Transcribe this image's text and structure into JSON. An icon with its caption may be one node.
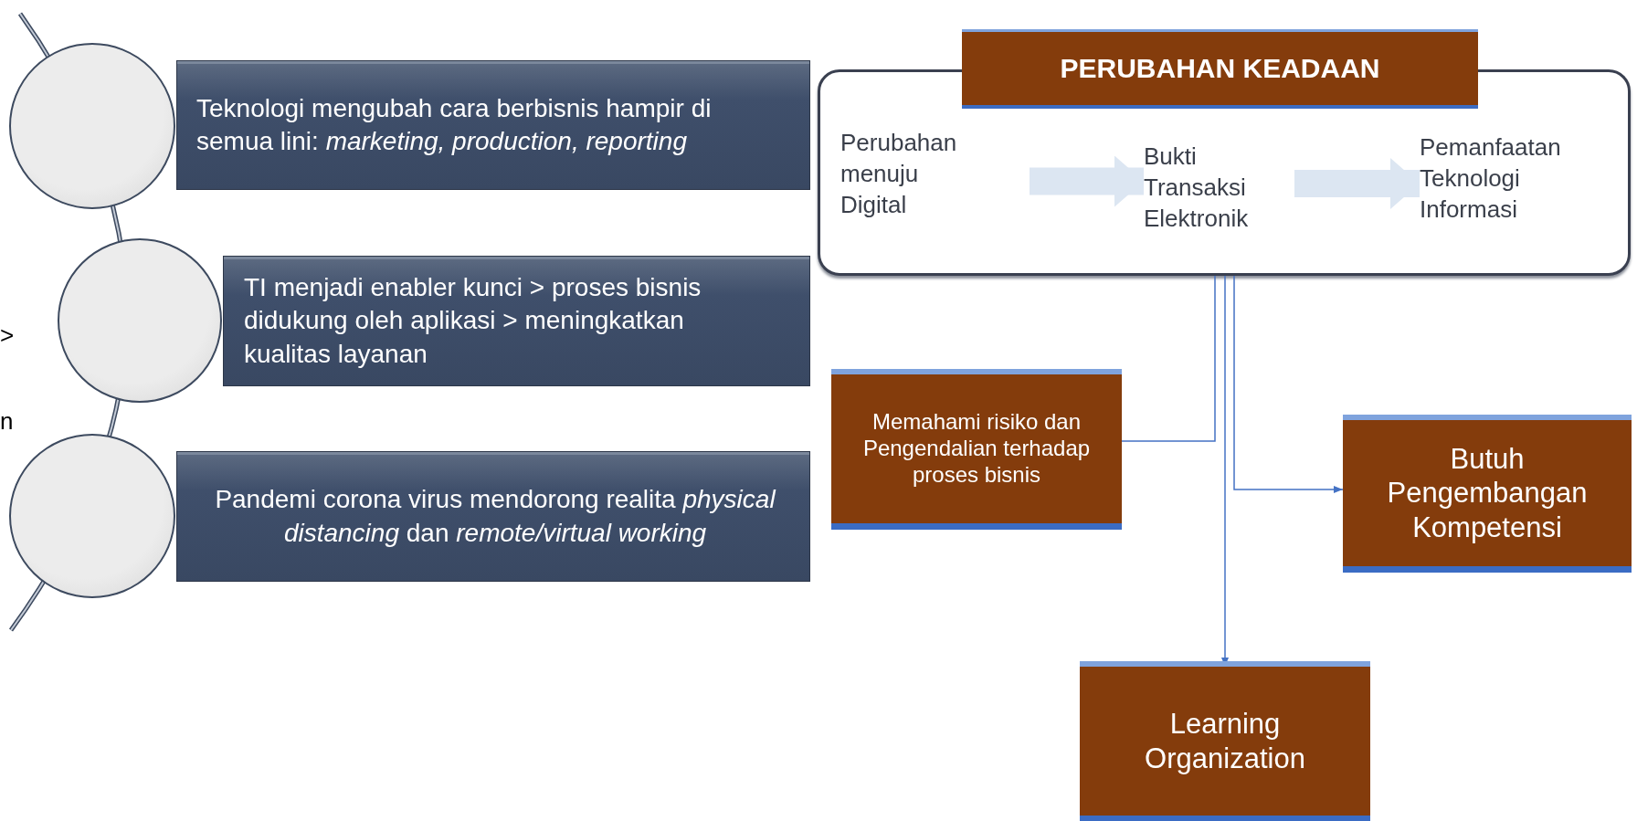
{
  "diagram": {
    "nodes": [
      {
        "text": [],
        "shape": "circle"
      },
      {
        "text": [
          "Teknologi mengubah cara berbisnis hampir di semua lini: *marketing, production, reporting*"
        ]
      },
      {
        "text": [],
        "shape": "circle"
      },
      {
        "text": [
          "TI menjadi enabler kunci > proses bisnis didukung oleh aplikasi > meningkatkan kualitas layanan"
        ]
      },
      {
        "text": [],
        "shape": "circle"
      },
      {
        "text": [
          "Pandemi corona virus mendorong realita *physical distancing* dan *remote/virtual working*"
        ]
      },
      {
        "text": [
          "PERUBAHAN KEADAAN"
        ]
      },
      {
        "text": [],
        "shape": "box"
      },
      {
        "text": [
          "Perubahan menuju Digital"
        ],
        "in": 7
      },
      {
        "text": [
          "Bukti Transaksi Elektronik"
        ],
        "in": 7
      },
      {
        "text": [
          "Pemanfaatan Teknologi Informasi"
        ],
        "in": 7
      },
      {
        "text": [
          "Memahami risiko dan Pengendalian terhadap proses bisnis"
        ]
      },
      {
        "text": [
          "Butuh Pengembangan Kompetensi"
        ]
      },
      {
        "text": [
          "Learning Organization"
        ]
      }
    ],
    "edges": [
      {
        "from": 8,
        "to": 9,
        "arrow": "to",
        "style": "thick",
        "color": "#dce6f2"
      },
      {
        "from": 9,
        "to": 10,
        "arrow": "to",
        "style": "thick",
        "color": "#dce6f2"
      },
      {
        "from": 7,
        "to": 11,
        "arrow": "none"
      },
      {
        "from": 7,
        "to": 12,
        "arrow": "to"
      },
      {
        "from": 7,
        "to": 13,
        "arrow": "to"
      }
    ],
    "labels": [
      ">",
      "n"
    ]
  }
}
